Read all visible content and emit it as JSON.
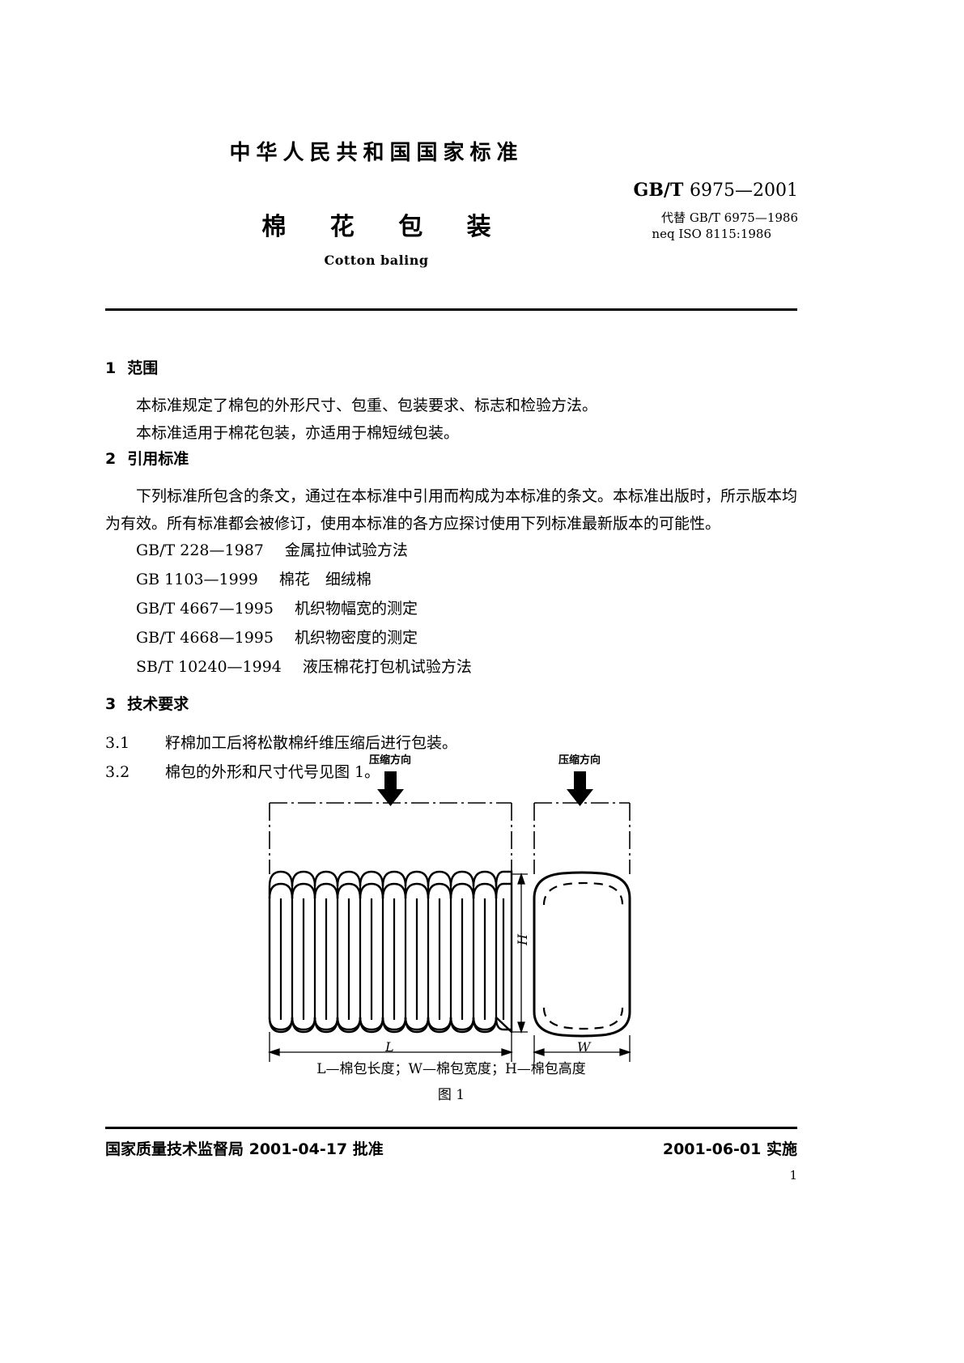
{
  "header": {
    "national": "中华人民共和国国家标准",
    "title_cn": "棉 花 包 装",
    "title_en": "Cotton baling",
    "std_prefix": "GB/T",
    "std_number": "6975—2001",
    "replaces": "代替 GB/T 6975—1986",
    "neq": "neq ISO 8115:1986"
  },
  "sections": {
    "s1": {
      "num": "1",
      "title": "范围",
      "p1": "本标准规定了棉包的外形尺寸、包重、包装要求、标志和检验方法。",
      "p2": "本标准适用于棉花包装，亦适用于棉短绒包装。"
    },
    "s2": {
      "num": "2",
      "title": "引用标准",
      "p1_line1": "下列标准所包含的条文，通过在本标准中引用而构成为本标准的条文。本标准出版时，所示版本均",
      "p1_line2": "为有效。所有标准都会被修订，使用本标准的各方应探讨使用下列标准最新版本的可能性。",
      "refs": [
        {
          "code": "GB/T 228—1987",
          "name": "金属拉伸试验方法"
        },
        {
          "code": "GB 1103—1999",
          "name": "棉花　细绒棉"
        },
        {
          "code": "GB/T 4667—1995",
          "name": "机织物幅宽的测定"
        },
        {
          "code": "GB/T 4668—1995",
          "name": "机织物密度的测定"
        },
        {
          "code": "SB/T 10240—1994",
          "name": "液压棉花打包机试验方法"
        }
      ]
    },
    "s3": {
      "num": "3",
      "title": "技术要求",
      "clauses": [
        {
          "num": "3.1",
          "text": "籽棉加工后将松散棉纤维压缩后进行包装。"
        },
        {
          "num": "3.2",
          "text": "棉包的外形和尺寸代号见图 1。"
        }
      ]
    }
  },
  "figure": {
    "arrow_label_left": "压缩方向",
    "arrow_label_right": "压缩方向",
    "dim_h": "H",
    "dim_l": "L",
    "dim_w": "W",
    "legend": "L—棉包长度；W—棉包宽度；H—棉包高度",
    "caption": "图 1"
  },
  "footer": {
    "approval": "国家质量技术监督局 2001-04-17 批准",
    "effective": "2001-06-01 实施",
    "page": "1"
  }
}
